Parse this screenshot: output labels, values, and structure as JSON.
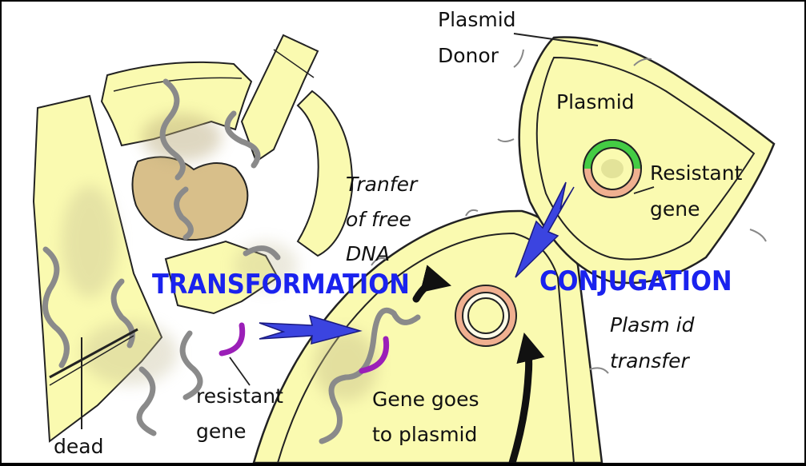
{
  "colors": {
    "cell_fill": "#fafab0",
    "cell_outline": "#222222",
    "dna": "#8a8a8a",
    "resistant_gene": "#9b1fb8",
    "plasmid_green": "#44cc44",
    "plasmid_peach": "#f0b090",
    "process_label": "#1a22ee",
    "arrow_blue": "#3b44e0",
    "nucleus_tan": "#d8bf8a"
  },
  "labels": {
    "plasmid_donor_line1": "Plasmid",
    "plasmid_donor_line2": "Donor",
    "plasmid": "Plasmid",
    "resistant_gene_right_line1": "Resistant",
    "resistant_gene_right_line2": "gene",
    "transfer_free_dna_line1": "Tranfer",
    "transfer_free_dna_line2": "of free",
    "transfer_free_dna_line3": "DNA",
    "transformation": "TRANSFORMATION",
    "conjugation": "CONJUGATION",
    "plasmid_transfer_line1": "Plasm id",
    "plasmid_transfer_line2": "transfer",
    "resistant_gene_left_line1": "resistant",
    "resistant_gene_left_line2": "gene",
    "gene_goes_line1": "Gene goes",
    "gene_goes_line2": "to plasmid",
    "dead": "dead"
  }
}
